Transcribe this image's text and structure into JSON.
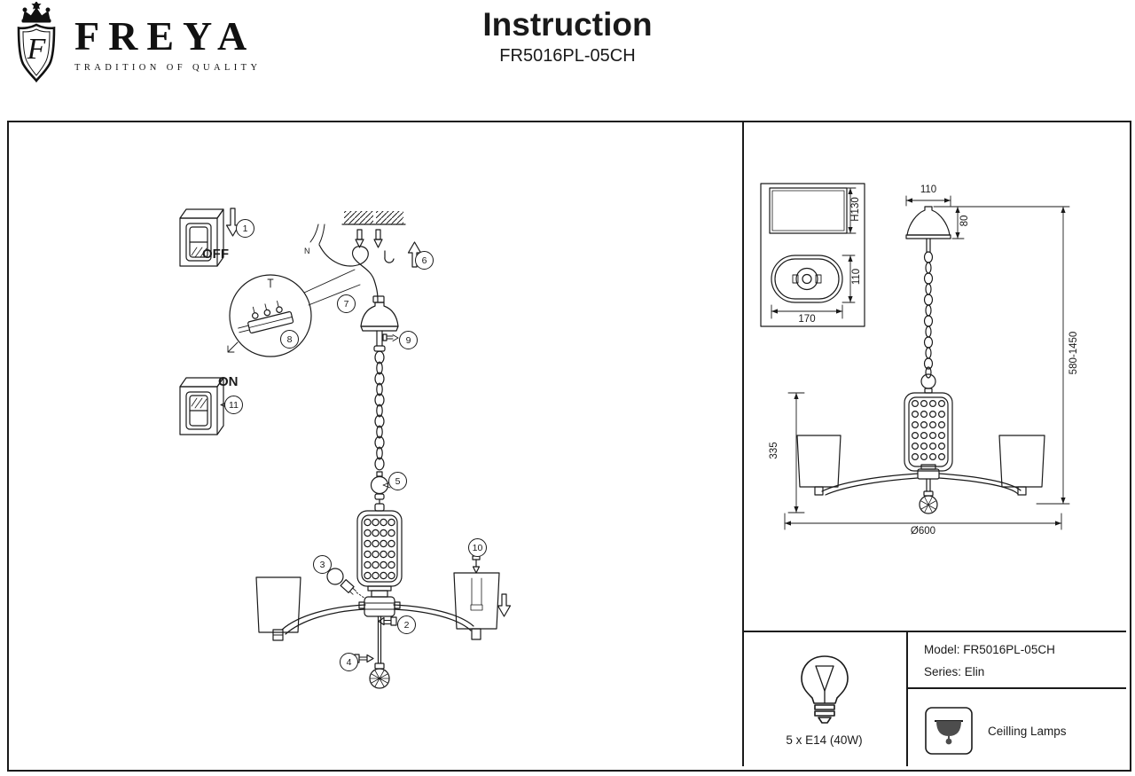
{
  "header": {
    "brand": "FREYA",
    "tagline": "TRADITION OF QUALITY",
    "logo_letter": "F",
    "title": "Instruction",
    "model": "FR5016PL-05CH"
  },
  "assembly": {
    "off_label": "OFF",
    "on_label": "ON",
    "neutral_label": "N",
    "callouts": [
      "1",
      "2",
      "3",
      "4",
      "5",
      "6",
      "7",
      "8",
      "9",
      "10",
      "11"
    ]
  },
  "dimensions": {
    "bracket_height": "H130",
    "bracket_oval": "110",
    "bracket_width": "170",
    "canopy_diameter": "110",
    "canopy_height": "80",
    "hanging_height": "580-1450",
    "fixture_height": "335",
    "fixture_diameter": "Ø600"
  },
  "specs": {
    "bulbs": "5 x E14 (40W)",
    "model": "Model: FR5016PL-05CH",
    "series": "Series: Elin",
    "category": "Ceilling Lamps"
  }
}
